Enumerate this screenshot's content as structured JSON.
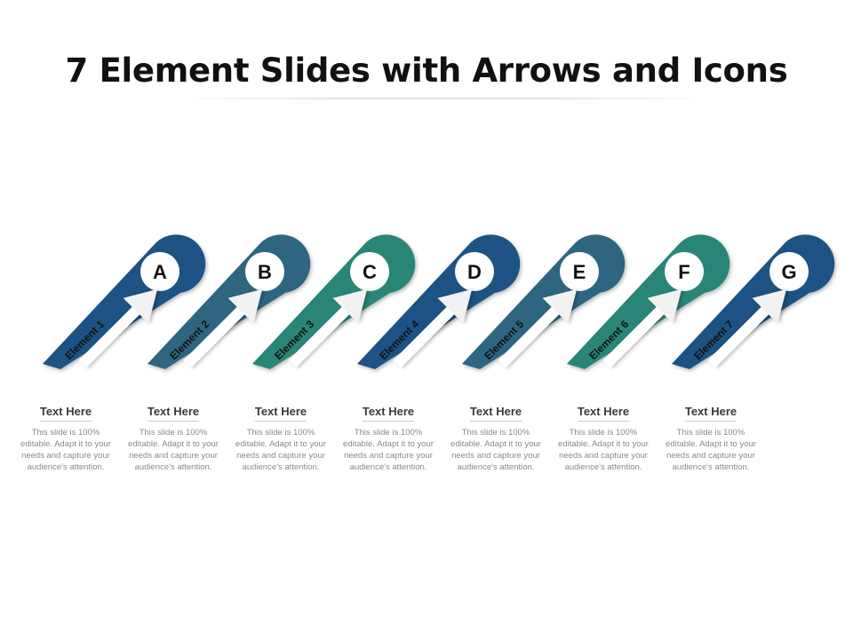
{
  "title": "7 Element Slides with Arrows and Icons",
  "colors": {
    "dark_blue": "#1f5384",
    "slate_blue": "#2f6682",
    "teal": "#2a8579",
    "arrow_fill": "#ffffff"
  },
  "elements": [
    {
      "letter": "A",
      "label": "Element 1",
      "color": "dark_blue",
      "heading": "Text Here",
      "body": [
        "This slide is 100%",
        "editable. Adapt it to your",
        "needs and capture your",
        "audience's attention."
      ]
    },
    {
      "letter": "B",
      "label": "Element 2",
      "color": "slate_blue",
      "heading": "Text Here",
      "body": [
        "This slide is 100%",
        "editable. Adapt it to your",
        "needs and capture your",
        "audience's attention."
      ]
    },
    {
      "letter": "C",
      "label": "Element 3",
      "color": "teal",
      "heading": "Text Here",
      "body": [
        "This slide is 100%",
        "editable. Adapt it to your",
        "needs and capture your",
        "audience's attention."
      ]
    },
    {
      "letter": "D",
      "label": "Element 4",
      "color": "dark_blue",
      "heading": "Text Here",
      "body": [
        "This slide is 100%",
        "editable. Adapt it to your",
        "needs and capture your",
        "audience's attention."
      ]
    },
    {
      "letter": "E",
      "label": "Element 5",
      "color": "slate_blue",
      "heading": "Text Here",
      "body": [
        "This slide is 100%",
        "editable. Adapt it to your",
        "needs and capture your",
        "audience's attention."
      ]
    },
    {
      "letter": "F",
      "label": "Element 6",
      "color": "teal",
      "heading": "Text Here",
      "body": [
        "This slide is 100%",
        "editable. Adapt it to your",
        "needs and capture your",
        "audience's attention."
      ]
    },
    {
      "letter": "G",
      "label": "Element 7",
      "color": "dark_blue",
      "heading": "Text Here",
      "body": [
        "This slide is 100%",
        "editable. Adapt it to your",
        "needs and capture your",
        "audience's attention."
      ]
    }
  ]
}
